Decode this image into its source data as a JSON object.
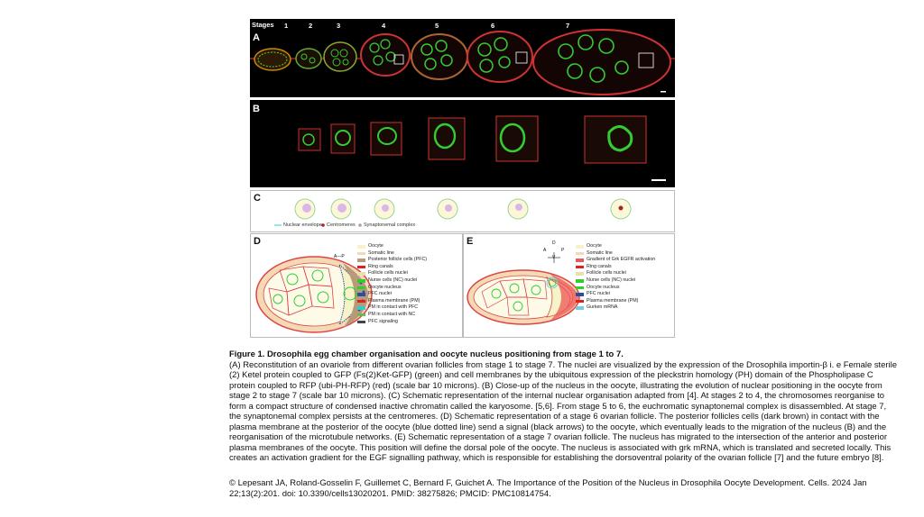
{
  "figure": {
    "stages_label": "Stages",
    "stage_numbers": [
      "1",
      "2",
      "3",
      "4",
      "5",
      "6",
      "7"
    ],
    "panel_labels": [
      "A",
      "B",
      "C",
      "D",
      "E"
    ],
    "panel_c_legend": {
      "nuclear_envelope": "Nuclear envelope",
      "centromeres": "Centromeres",
      "synaptonemal": "Synaptonemal complex"
    },
    "panel_d_axis": "A—P",
    "panel_e_axis": {
      "a": "A",
      "p": "P",
      "d": "D",
      "v": "V"
    },
    "panel_d_legend": [
      {
        "text": "Oocyte",
        "color": "#f7f3c8"
      },
      {
        "text": "Somatic line",
        "color": "#f5d9b5"
      },
      {
        "text": "Posterior follicle cells (PFC)",
        "color": "#b79a7a"
      },
      {
        "text": "Ring canals",
        "color": "#d22"
      },
      {
        "text": "Follicle cells nuclei",
        "color": "#eadfb0"
      },
      {
        "text": "Nurse cells (NC) nuclei",
        "color": "#3c3"
      },
      {
        "text": "Oocyte nucleus",
        "color": "#3c3"
      },
      {
        "text": "PFC nuclei",
        "color": "#2a4fa0"
      },
      {
        "text": "Plasma membrane (PM)",
        "color": "#d22"
      },
      {
        "text": "PM in contact with PFC",
        "color": "#3cc"
      },
      {
        "text": "PM in contact with NC",
        "color": "#6b5"
      },
      {
        "text": "PFC signaling",
        "color": "#444"
      }
    ],
    "panel_e_legend": [
      {
        "text": "Oocyte",
        "color": "#f7f3c8"
      },
      {
        "text": "Somatic line",
        "color": "#f5d9b5"
      },
      {
        "text": "Gradient of Grk EGFR activation",
        "color": "#e55"
      },
      {
        "text": "Ring canals",
        "color": "#d22"
      },
      {
        "text": "Follicle cells nuclei",
        "color": "#eadfb0"
      },
      {
        "text": "Nurse cells (NC) nuclei",
        "color": "#3c3"
      },
      {
        "text": "Oocyte nucleus",
        "color": "#3c3"
      },
      {
        "text": "PFC nuclei",
        "color": "#2a4fa0"
      },
      {
        "text": "Plasma membrane (PM)",
        "color": "#d22"
      },
      {
        "text": "Gurken mRNA",
        "color": "#7cd"
      }
    ]
  },
  "caption": {
    "title": "Figure 1. Drosophila egg chamber organisation and oocyte nucleus positioning from stage 1 to 7.",
    "body": "(A) Reconstitution of an ovariole from different ovarian follicles from stage 1 to stage 7. The nuclei are visualized by the expression of the Drosophila importin-β i. e Female sterile (2) Ketel protein coupled to GFP (Fs(2)Ket-GFP) (green) and cell membranes by the ubiquitous expression of the pleckstrin homology (PH) domain of the Phospholipase C protein coupled to RFP (ubi-PH-RFP) (red) (scale bar 10 microns). (B) Close-up of the nucleus in the oocyte, illustrating the evolution of nuclear positioning in the oocyte from stage 2 to stage 7 (scale bar 10 microns). (C) Schematic representation of the internal nuclear organisation adapted from [4]. At stages 2 to 4, the chromosomes reorganise to form a compact structure of condensed inactive chromatin called the karyosome. [5,6]. From stage 5 to 6, the euchromatic synaptonemal complex is disassembled. At stage 7, the synaptonemal complex persists at the centromeres. (D) Schematic representation of a stage 6 ovarian follicle. The posterior follicles cells (dark brown) in contact with the plasma membrane at the posterior of the oocyte (blue dotted line) send a signal (black arrows) to the oocyte, which eventually leads to the migration of the nucleus (B) and the reorganisation of the microtubule networks. (E) Schematic representation of a stage 7 ovarian follicle. The nucleus has migrated to the intersection of the anterior and posterior plasma membranes of the oocyte. This position will define the dorsal pole of the oocyte. The nucleus is associated with grk mRNA, which is translated and secreted locally. This creates an activation gradient for the EGF signalling pathway, which is responsible for establishing the dorsoventral polarity of the ovarian follicle [7] and the future embryo [8]."
  },
  "citation": "© Lepesant JA, Roland-Gosselin F, Guillemet C, Bernard F, Guichet A. The Importance of the Position of the Nucleus in Drosophila Oocyte Development. Cells. 2024 Jan 22;13(2):201. doi: 10.3390/cells13020201. PMID: 38275826; PMCID: PMC10814754."
}
